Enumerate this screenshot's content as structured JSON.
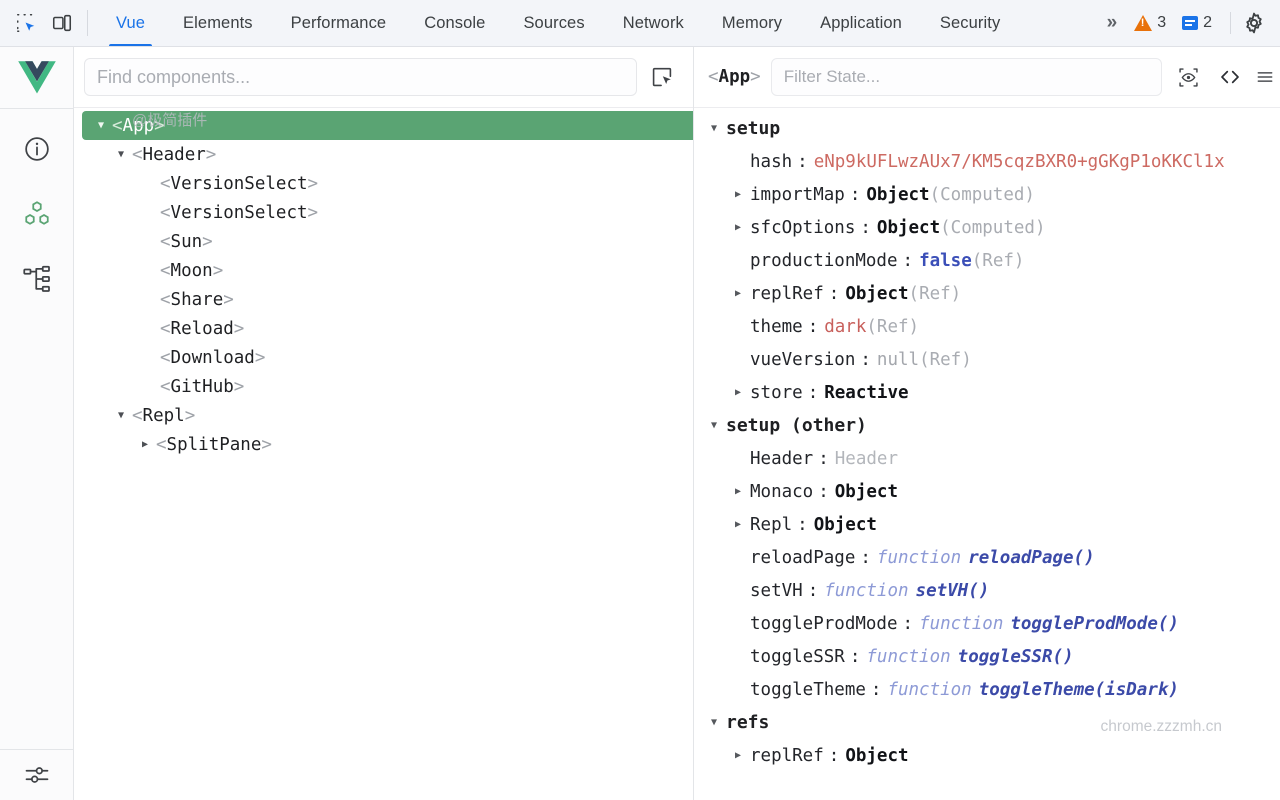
{
  "devtools_tabbar": {
    "inspect_icon": "inspect-element-icon",
    "device_icon": "device-toolbar-icon",
    "tabs": [
      {
        "label": "Vue",
        "active": true
      },
      {
        "label": "Elements",
        "active": false
      },
      {
        "label": "Performance",
        "active": false
      },
      {
        "label": "Console",
        "active": false
      },
      {
        "label": "Sources",
        "active": false
      },
      {
        "label": "Network",
        "active": false
      },
      {
        "label": "Memory",
        "active": false
      },
      {
        "label": "Application",
        "active": false
      },
      {
        "label": "Security",
        "active": false
      }
    ],
    "overflow_label": "»",
    "warning_count": "3",
    "message_count": "2",
    "settings_icon": "gear-icon",
    "accent_color": "#1a73e8",
    "warning_color": "#e8710a"
  },
  "rail": {
    "logo": "vue-logo",
    "items": [
      {
        "icon": "info-icon",
        "name": "rail-item-info"
      },
      {
        "icon": "components-icon",
        "name": "rail-item-components",
        "active": true
      },
      {
        "icon": "tree-icon",
        "name": "rail-item-tree"
      }
    ],
    "bottom": {
      "icon": "settings-sliders-icon",
      "name": "rail-item-settings"
    }
  },
  "tree_pane": {
    "search_placeholder": "Find components...",
    "search_value": "",
    "picker_icon": "component-picker-icon",
    "selected_color": "#5aa473",
    "nodes": [
      {
        "label": "App",
        "depth": 0,
        "twist": "down",
        "selected": true
      },
      {
        "label": "Header",
        "depth": 1,
        "twist": "down",
        "selected": false
      },
      {
        "label": "VersionSelect",
        "depth": 2,
        "twist": "none",
        "selected": false
      },
      {
        "label": "VersionSelect",
        "depth": 2,
        "twist": "none",
        "selected": false
      },
      {
        "label": "Sun",
        "depth": 2,
        "twist": "none",
        "selected": false
      },
      {
        "label": "Moon",
        "depth": 2,
        "twist": "none",
        "selected": false
      },
      {
        "label": "Share",
        "depth": 2,
        "twist": "none",
        "selected": false
      },
      {
        "label": "Reload",
        "depth": 2,
        "twist": "none",
        "selected": false
      },
      {
        "label": "Download",
        "depth": 2,
        "twist": "none",
        "selected": false
      },
      {
        "label": "GitHub",
        "depth": 2,
        "twist": "none",
        "selected": false
      },
      {
        "label": "Repl",
        "depth": 1,
        "twist": "down",
        "selected": false
      },
      {
        "label": "SplitPane",
        "depth": 2,
        "twist": "right",
        "selected": false
      }
    ]
  },
  "state_pane": {
    "context_label": "App",
    "filter_placeholder": "Filter State...",
    "filter_value": "",
    "actions": [
      {
        "icon": "inspect-eye-icon",
        "name": "scroll-into-view-button"
      },
      {
        "icon": "code-brackets-icon",
        "name": "open-in-editor-button"
      },
      {
        "icon": "menu-icon",
        "name": "state-menu-button"
      }
    ],
    "groups": [
      {
        "name": "setup",
        "twist": "down",
        "rows": [
          {
            "key": "hash",
            "twist": "none",
            "value": "eNp9kUFLwzAUx7/KM5cqzBXR0+gGKgP1oKKCl1x",
            "value_type": "hash",
            "meta": ""
          },
          {
            "key": "importMap",
            "twist": "right",
            "value": "Object",
            "value_type": "object",
            "meta": "(Computed)"
          },
          {
            "key": "sfcOptions",
            "twist": "right",
            "value": "Object",
            "value_type": "object",
            "meta": "(Computed)"
          },
          {
            "key": "productionMode",
            "twist": "none",
            "value": "false",
            "value_type": "bool",
            "meta": "(Ref)"
          },
          {
            "key": "replRef",
            "twist": "right",
            "value": "Object",
            "value_type": "object",
            "meta": "(Ref)"
          },
          {
            "key": "theme",
            "twist": "none",
            "value": "dark",
            "value_type": "string",
            "meta": "(Ref)"
          },
          {
            "key": "vueVersion",
            "twist": "none",
            "value": "null",
            "value_type": "null",
            "meta": "(Ref)"
          },
          {
            "key": "store",
            "twist": "right",
            "value": "Reactive",
            "value_type": "object",
            "meta": ""
          }
        ]
      },
      {
        "name": "setup (other)",
        "twist": "down",
        "rows": [
          {
            "key": "Header",
            "twist": "none",
            "value": "Header",
            "value_type": "muted",
            "meta": ""
          },
          {
            "key": "Monaco",
            "twist": "right",
            "value": "Object",
            "value_type": "object",
            "meta": ""
          },
          {
            "key": "Repl",
            "twist": "right",
            "value": "Object",
            "value_type": "object",
            "meta": ""
          },
          {
            "key": "reloadPage",
            "twist": "none",
            "value": "reloadPage()",
            "value_type": "function",
            "meta": ""
          },
          {
            "key": "setVH",
            "twist": "none",
            "value": "setVH()",
            "value_type": "function",
            "meta": ""
          },
          {
            "key": "toggleProdMode",
            "twist": "none",
            "value": "toggleProdMode()",
            "value_type": "function",
            "meta": ""
          },
          {
            "key": "toggleSSR",
            "twist": "none",
            "value": "toggleSSR()",
            "value_type": "function",
            "meta": ""
          },
          {
            "key": "toggleTheme",
            "twist": "none",
            "value": "toggleTheme(isDark)",
            "value_type": "function",
            "meta": ""
          }
        ]
      },
      {
        "name": "refs",
        "twist": "down",
        "rows": [
          {
            "key": "replRef",
            "twist": "right",
            "value": "Object",
            "value_type": "object",
            "meta": ""
          }
        ]
      }
    ],
    "function_keyword": "function"
  },
  "watermarks": {
    "left": "@极简插件",
    "right": "chrome.zzzmh.cn"
  }
}
